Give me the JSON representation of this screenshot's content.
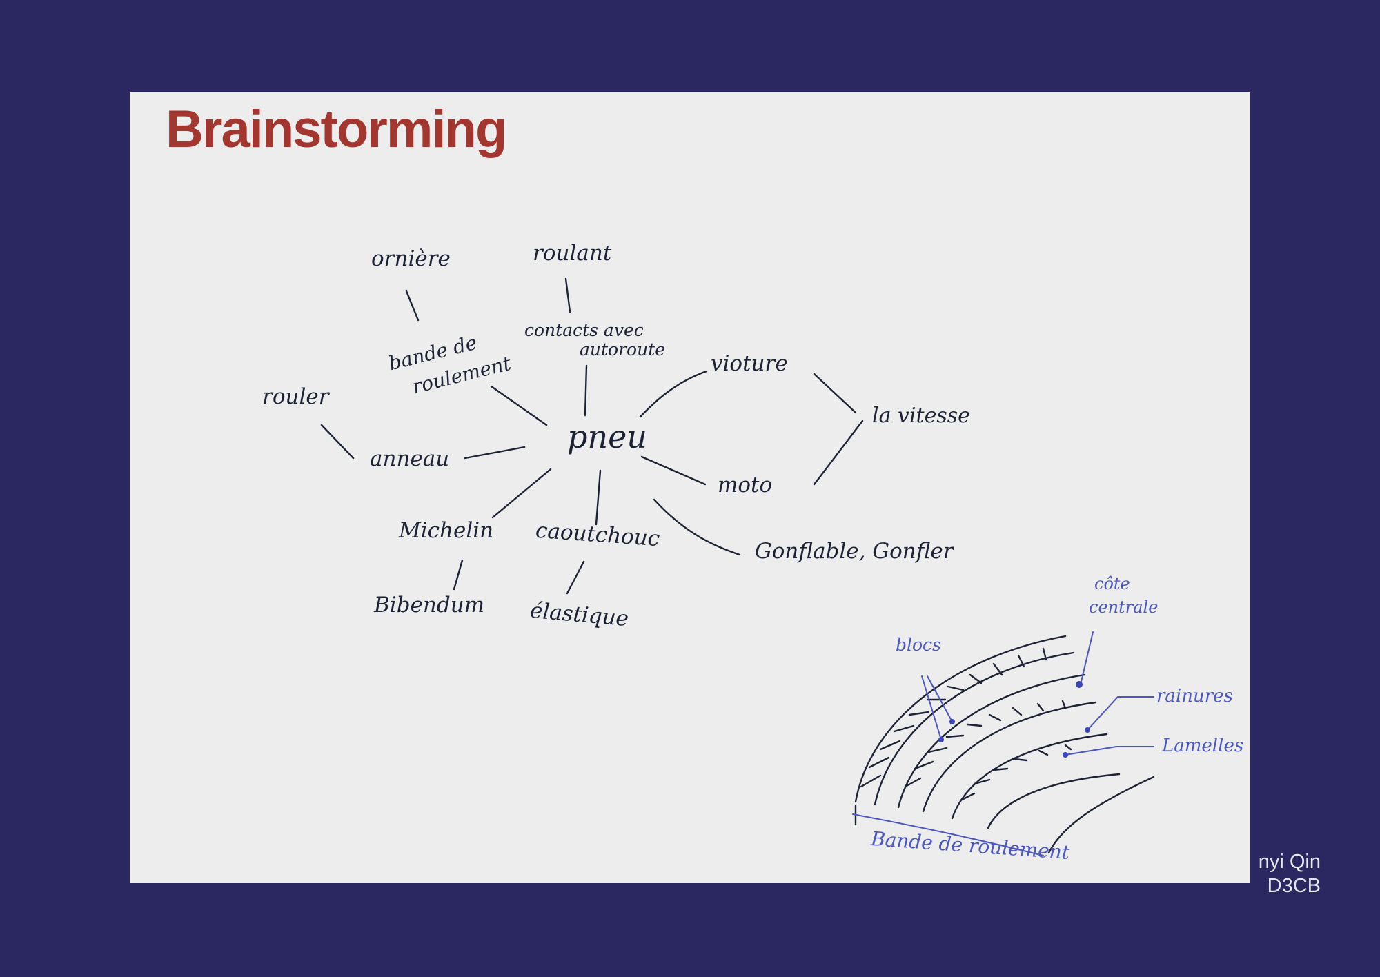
{
  "title": "Brainstorming",
  "mindmap": {
    "center": "pneu",
    "words": {
      "orniere": "ornière",
      "roulant": "roulant",
      "bande_line1": "bande de",
      "bande_line2": "roulement",
      "contacts_line1": "contacts avec",
      "contacts_line2": "autoroute",
      "rouler": "rouler",
      "vioture": "vioture",
      "la_vitesse": "la vitesse",
      "anneau": "anneau",
      "moto": "moto",
      "michelin": "Michelin",
      "caoutchouc": "caoutchouc",
      "gonflable": "Gonflable, Gonfler",
      "bibendum": "Bibendum",
      "elastique": "élastique"
    }
  },
  "tire_sketch": {
    "labels": {
      "cote_line1": "côte",
      "cote_line2": "centrale",
      "blocs": "blocs",
      "rainures": "rainures",
      "lamelles": "Lamelles",
      "bande": "Bande de roulement"
    }
  },
  "author": {
    "name": "nyi Qin",
    "group": "D3CB"
  },
  "colors": {
    "background": "#2b2760",
    "paper": "#ecedec",
    "title": "#a43630",
    "ink": "#1c2336",
    "blue_ink": "#4a56c4"
  }
}
